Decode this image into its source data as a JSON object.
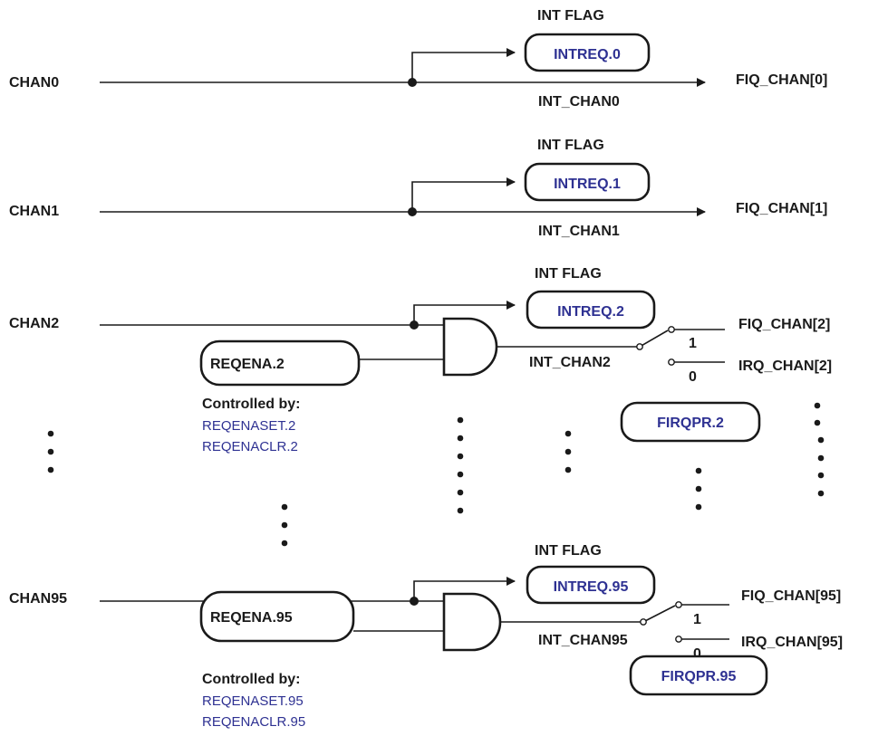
{
  "channels": [
    {
      "name": "CHAN0",
      "flag_title": "INT FLAG",
      "flag_reg": "INTREQ.0",
      "int_label": "INT_CHAN0",
      "out": "FIQ_CHAN[0]"
    },
    {
      "name": "CHAN1",
      "flag_title": "INT FLAG",
      "flag_reg": "INTREQ.1",
      "int_label": "INT_CHAN1",
      "out": "FIQ_CHAN[1]"
    },
    {
      "name": "CHAN2",
      "flag_title": "INT FLAG",
      "flag_reg": "INTREQ.2",
      "int_label": "INT_CHAN2",
      "enable_reg": "REQENA.2",
      "controlled_by": "Controlled by:",
      "set_reg": "REQENASET.2",
      "clr_reg": "REQENACLR.2",
      "switch_1": "1",
      "switch_0": "0",
      "fiq_out": "FIQ_CHAN[2]",
      "irq_out": "IRQ_CHAN[2]",
      "priority_reg": "FIRQPR.2"
    },
    {
      "name": "CHAN95",
      "flag_title": "INT FLAG",
      "flag_reg": "INTREQ.95",
      "int_label": "INT_CHAN95",
      "enable_reg": "REQENA.95",
      "controlled_by": "Controlled by:",
      "set_reg": "REQENASET.95",
      "clr_reg": "REQENACLR.95",
      "switch_1": "1",
      "switch_0": "0",
      "fiq_out": "FIQ_CHAN[95]",
      "irq_out": "IRQ_CHAN[95]",
      "priority_reg": "FIRQPR.95"
    }
  ],
  "colors": {
    "wire": "#1a1a1a",
    "register_text": "#2e3192",
    "background": "#ffffff"
  }
}
